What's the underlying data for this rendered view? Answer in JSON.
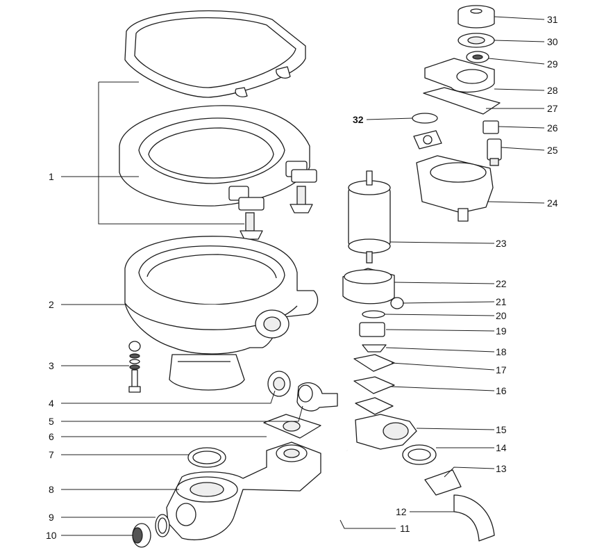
{
  "callouts": [
    {
      "id": "1",
      "bold": false
    },
    {
      "id": "2",
      "bold": false
    },
    {
      "id": "3",
      "bold": false
    },
    {
      "id": "4",
      "bold": false
    },
    {
      "id": "5",
      "bold": false
    },
    {
      "id": "6",
      "bold": false
    },
    {
      "id": "7",
      "bold": false
    },
    {
      "id": "8",
      "bold": false
    },
    {
      "id": "9",
      "bold": false
    },
    {
      "id": "10",
      "bold": false
    },
    {
      "id": "11",
      "bold": false
    },
    {
      "id": "12",
      "bold": false
    },
    {
      "id": "13",
      "bold": false
    },
    {
      "id": "14",
      "bold": false
    },
    {
      "id": "15",
      "bold": false
    },
    {
      "id": "16",
      "bold": false
    },
    {
      "id": "17",
      "bold": false
    },
    {
      "id": "18",
      "bold": false
    },
    {
      "id": "19",
      "bold": false
    },
    {
      "id": "20",
      "bold": false
    },
    {
      "id": "21",
      "bold": false
    },
    {
      "id": "22",
      "bold": false
    },
    {
      "id": "23",
      "bold": false
    },
    {
      "id": "24",
      "bold": false
    },
    {
      "id": "25",
      "bold": false
    },
    {
      "id": "26",
      "bold": false
    },
    {
      "id": "27",
      "bold": false
    },
    {
      "id": "28",
      "bold": false
    },
    {
      "id": "29",
      "bold": false
    },
    {
      "id": "30",
      "bold": false
    },
    {
      "id": "31",
      "bold": false
    },
    {
      "id": "32",
      "bold": true
    }
  ]
}
